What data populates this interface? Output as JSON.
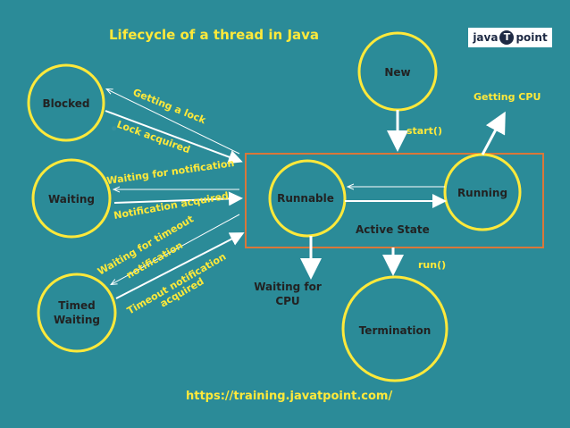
{
  "title": "Lifecycle of a thread in Java",
  "url": "https://training.javatpoint.com/",
  "logo": {
    "left": "java",
    "mid": "T",
    "right": "point"
  },
  "states": {
    "new": "New",
    "blocked": "Blocked",
    "waiting": "Waiting",
    "timed_waiting_line1": "Timed",
    "timed_waiting_line2": "Waiting",
    "runnable": "Runnable",
    "running": "Running",
    "termination": "Termination"
  },
  "labels": {
    "start": "start()",
    "run": "run()",
    "getting_cpu": "Getting CPU",
    "active_state": "Active State",
    "waiting_for_cpu_line1": "Waiting for",
    "waiting_for_cpu_line2": "CPU",
    "getting_a_lock": "Getting a lock",
    "lock_acquired": "Lock acquired",
    "waiting_for_notification": "Waiting for notification",
    "notification_acquired": "Notification acquired",
    "waiting_for_timeout_line1": "Waiting for timeout",
    "waiting_for_timeout_line2": "notification",
    "timeout_notification_line1": "Timeout notification",
    "timeout_notification_line2": "acquired"
  },
  "colors": {
    "background": "#2b8b98",
    "circle_fill": "#2b8b98",
    "circle_stroke": "#ffe93a",
    "active_box": "#d9773a",
    "text_yellow": "#ffe93a",
    "arrow": "#ffffff"
  }
}
